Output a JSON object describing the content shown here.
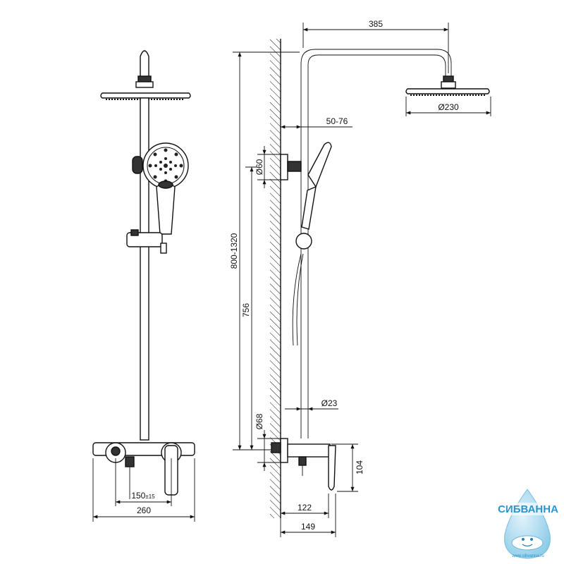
{
  "dimensions": {
    "arm_reach": "385",
    "head_diameter": "Ø230",
    "wall_clearance": "50-76",
    "bracket_diameter": "Ø60",
    "total_height": "800-1320",
    "bar_height": "756",
    "pipe_diameter": "Ø23",
    "escutcheon_diameter": "Ø68",
    "mixer_height": "104",
    "mixer_depth": "122",
    "handle_depth": "149",
    "centres_main": "150",
    "centres_tolerance": "±15",
    "mixer_width": "260"
  },
  "logo": {
    "brand": "СИБВАННА",
    "url": "www.sibvanna.ru"
  }
}
